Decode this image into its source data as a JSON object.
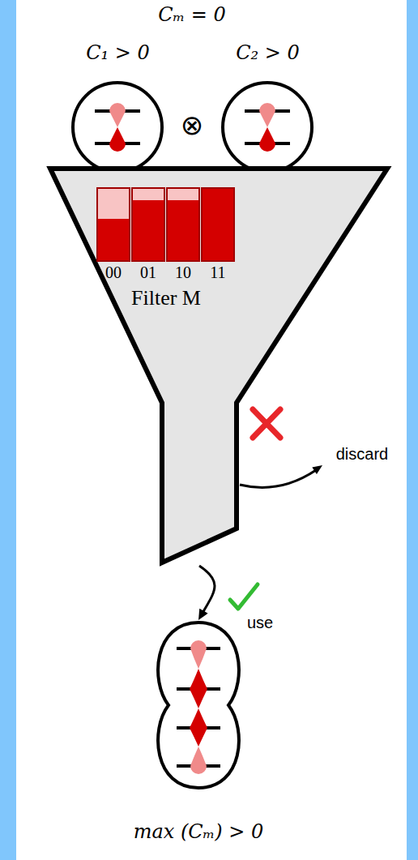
{
  "diagram": {
    "nodes": [
      {
        "text": [
          "C₁ > 0"
        ]
      },
      {
        "text": [
          "C₂ > 0"
        ]
      },
      {
        "text": [
          "Filter M"
        ]
      },
      {
        "text": [
          "max (Cₘ) > 0"
        ]
      }
    ],
    "edges": [
      {
        "from": 2,
        "to": 3,
        "arrow": "to",
        "label": "use"
      }
    ],
    "labels": [
      "Cₘ = 0",
      "⊗",
      "00",
      "01",
      "10",
      "11",
      "discard"
    ]
  }
}
